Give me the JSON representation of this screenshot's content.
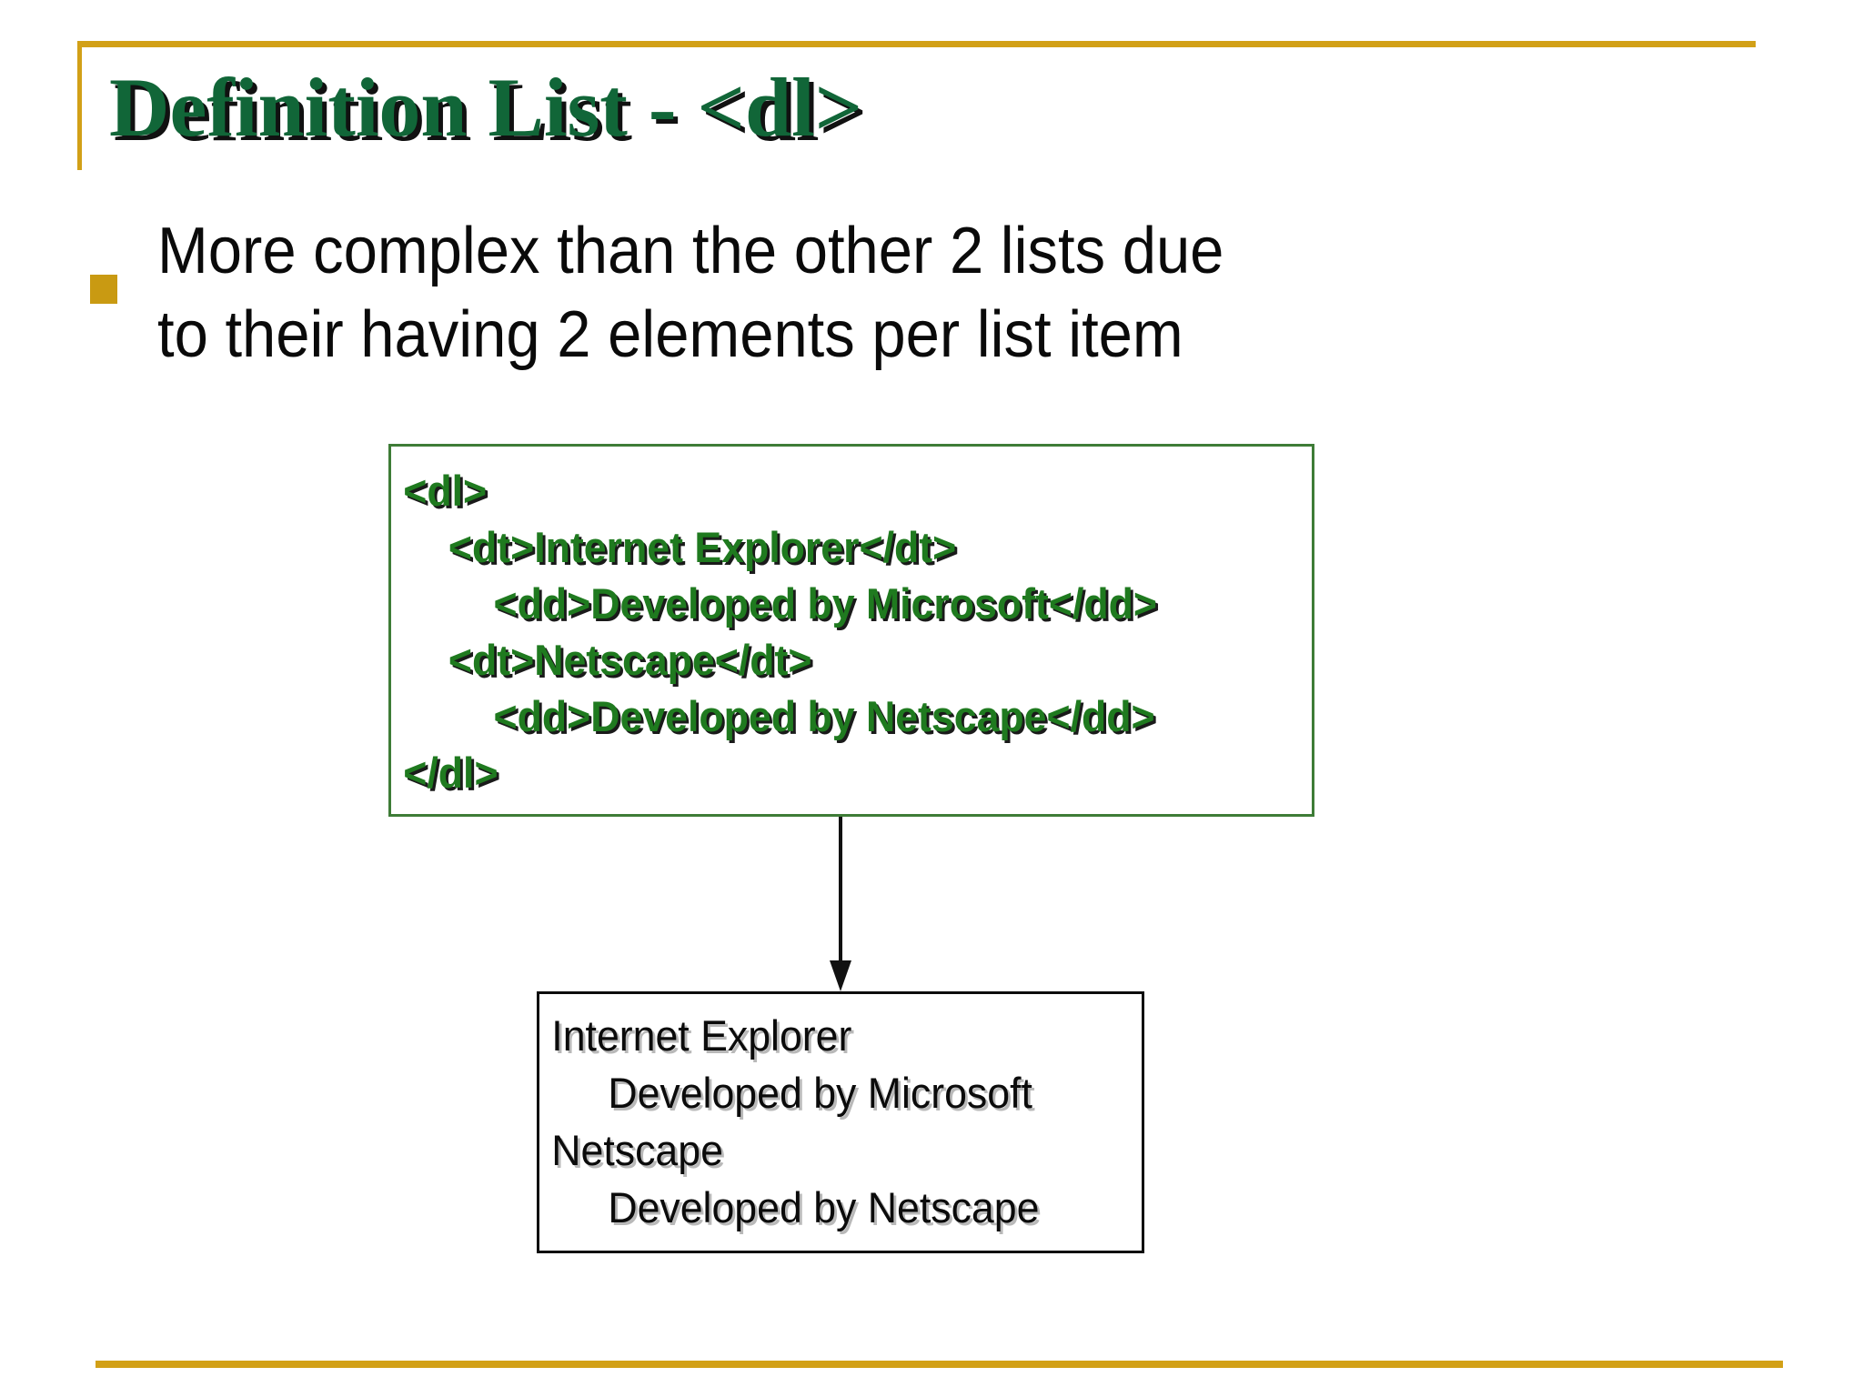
{
  "slide": {
    "title": "Definition List - <dl>",
    "background_color": "#FFFFFF",
    "accent_color": "#D2A017",
    "title_color": "#116638",
    "code_text_color": "#1F7A1F",
    "code_border_color": "#3E7C37",
    "output_border_color": "#0D0D0D",
    "bullet_marker_color": "#C99A12"
  },
  "body": {
    "bullet_icon": "square-bullet-icon",
    "bullet_text": "More complex than the other 2 lists due to their having 2 elements per list item"
  },
  "code_box": {
    "lines": [
      "<dl>",
      "    <dt>Internet Explorer</dt>",
      "        <dd>Developed by Microsoft</dd>",
      "    <dt>Netscape</dt>",
      "        <dd>Developed by Netscape</dd>",
      "</dl>"
    ]
  },
  "connector": {
    "icon": "down-arrow-icon",
    "direction": "down"
  },
  "output_box": {
    "lines": [
      "Internet Explorer",
      "     Developed by Microsoft",
      "Netscape",
      "     Developed by Netscape"
    ]
  }
}
